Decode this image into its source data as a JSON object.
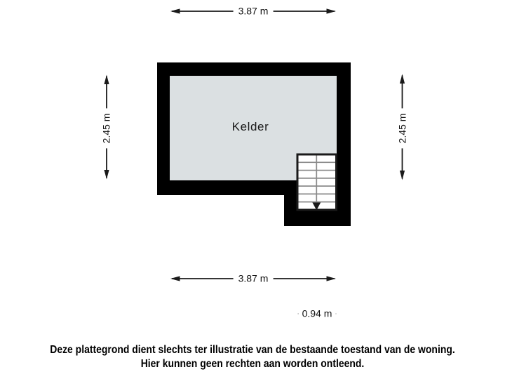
{
  "floor_plan": {
    "room": {
      "label": "Kelder"
    },
    "dimensions": {
      "width_top": "3.87 m",
      "width_bottom": "3.87 m",
      "height_left": "2.45 m",
      "height_right": "2.45 m",
      "stairs_width": "0.94 m"
    },
    "stairs": {
      "steps": 7,
      "direction": "down"
    },
    "colors": {
      "wall": "#000000",
      "floor": "#dbe0e2",
      "stair_tread_line": "#8a8a8a",
      "line": "#1a1a1a",
      "label_background": "#ffffff",
      "page_background": "#ffffff"
    }
  },
  "disclaimer": {
    "line1": "Deze plattegrond dient slechts ter illustratie van de bestaande toestand van de woning.",
    "line2": "Hier kunnen geen rechten aan worden ontleend."
  }
}
